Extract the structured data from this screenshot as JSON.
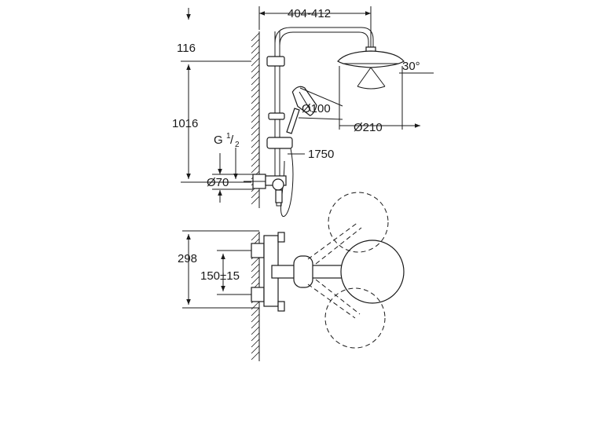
{
  "dimensions": {
    "width_label": "404-412",
    "arm_height": "116",
    "bar_height": "1016",
    "inlet_thread_main": "G",
    "inlet_thread_num": "1",
    "inlet_thread_den": "2",
    "escutcheon_diameter": "Ø70",
    "hand_shower_diameter": "Ø100",
    "head_shower_diameter": "Ø210",
    "head_tilt_angle": "30°",
    "hose_length": "1750",
    "depth_label": "298",
    "inlet_spacing": "150±15"
  },
  "colors": {
    "line": "#1a1a1a",
    "background": "#ffffff"
  }
}
